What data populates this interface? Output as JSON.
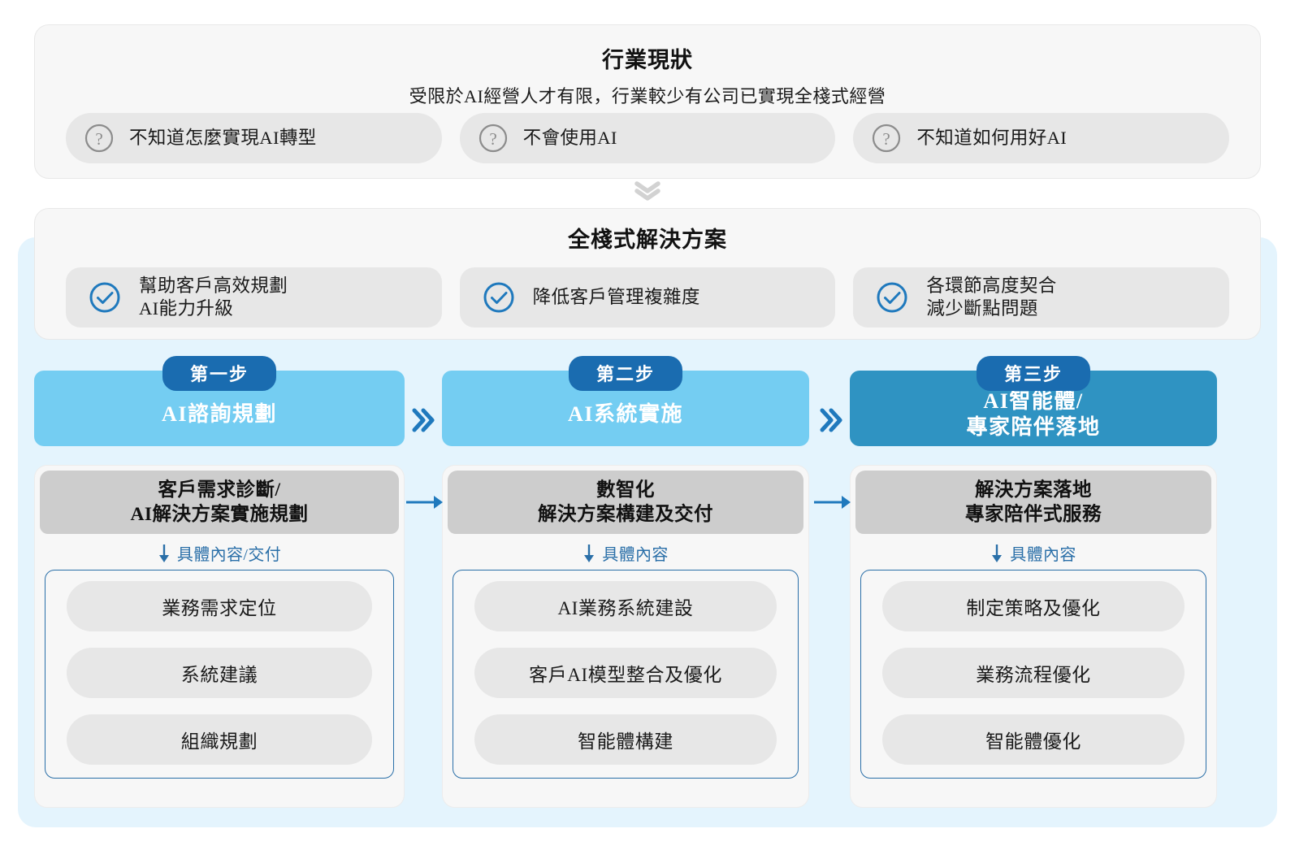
{
  "status_section": {
    "title": "行業現狀",
    "subtitle": "受限於AI經營人才有限，行業較少有公司已實現全棧式經營",
    "pain_points": [
      {
        "icon": "question-mark-icon",
        "label": "不知道怎麼實現AI轉型"
      },
      {
        "icon": "question-mark-icon",
        "label": "不會使用AI"
      },
      {
        "icon": "question-mark-icon",
        "label": "不知道如何用好AI"
      }
    ]
  },
  "divider": {
    "icon": "double-chevron-down-icon"
  },
  "solution_section": {
    "title": "全棧式解決方案",
    "benefits": [
      {
        "icon": "check-circle-icon",
        "line1": "幫助客戶高效規劃",
        "line2": "AI能力升級"
      },
      {
        "icon": "check-circle-icon",
        "line1": "降低客戶管理複雜度",
        "line2": ""
      },
      {
        "icon": "check-circle-icon",
        "line1": "各環節高度契合",
        "line2": "減少斷點問題"
      }
    ]
  },
  "steps": [
    {
      "badge": "第一步",
      "head_line1": "AI諮詢規劃",
      "head_line2": "",
      "head_color": "#74cdf2",
      "body_line1": "客戶需求診斷/",
      "body_line2": "AI解決方案實施規劃",
      "detail_label": "具體內容/交付",
      "detail_icon": "arrow-down-icon",
      "items": [
        "業務需求定位",
        "系統建議",
        "組織規劃"
      ]
    },
    {
      "badge": "第二步",
      "head_line1": "AI系統實施",
      "head_line2": "",
      "head_color": "#74cdf2",
      "body_line1": "數智化",
      "body_line2": "解決方案構建及交付",
      "detail_label": "具體內容",
      "detail_icon": "arrow-down-icon",
      "items": [
        "AI業務系統建設",
        "客戶AI模型整合及優化",
        "智能體構建"
      ]
    },
    {
      "badge": "第三步",
      "head_line1": "AI智能體/",
      "head_line2": "專家陪伴落地",
      "head_color": "#2f93c2",
      "body_line1": "解決方案落地",
      "body_line2": "專家陪伴式服務",
      "detail_label": "具體內容",
      "detail_icon": "arrow-down-icon",
      "items": [
        "制定策略及優化",
        "業務流程優化",
        "智能體優化"
      ]
    }
  ],
  "connectors": {
    "head_chevron_icon": "double-chevron-right-icon",
    "body_arrow_icon": "arrow-right-icon"
  },
  "colors": {
    "backdrop": "#e4f4fd",
    "badge": "#1a6cb0",
    "step_light": "#74cdf2",
    "step_dark": "#2f93c2",
    "accent": "#2a6fa8",
    "gray_head": "#cdcdcd",
    "pill": "#e7e7e7",
    "card": "#f7f7f7"
  }
}
